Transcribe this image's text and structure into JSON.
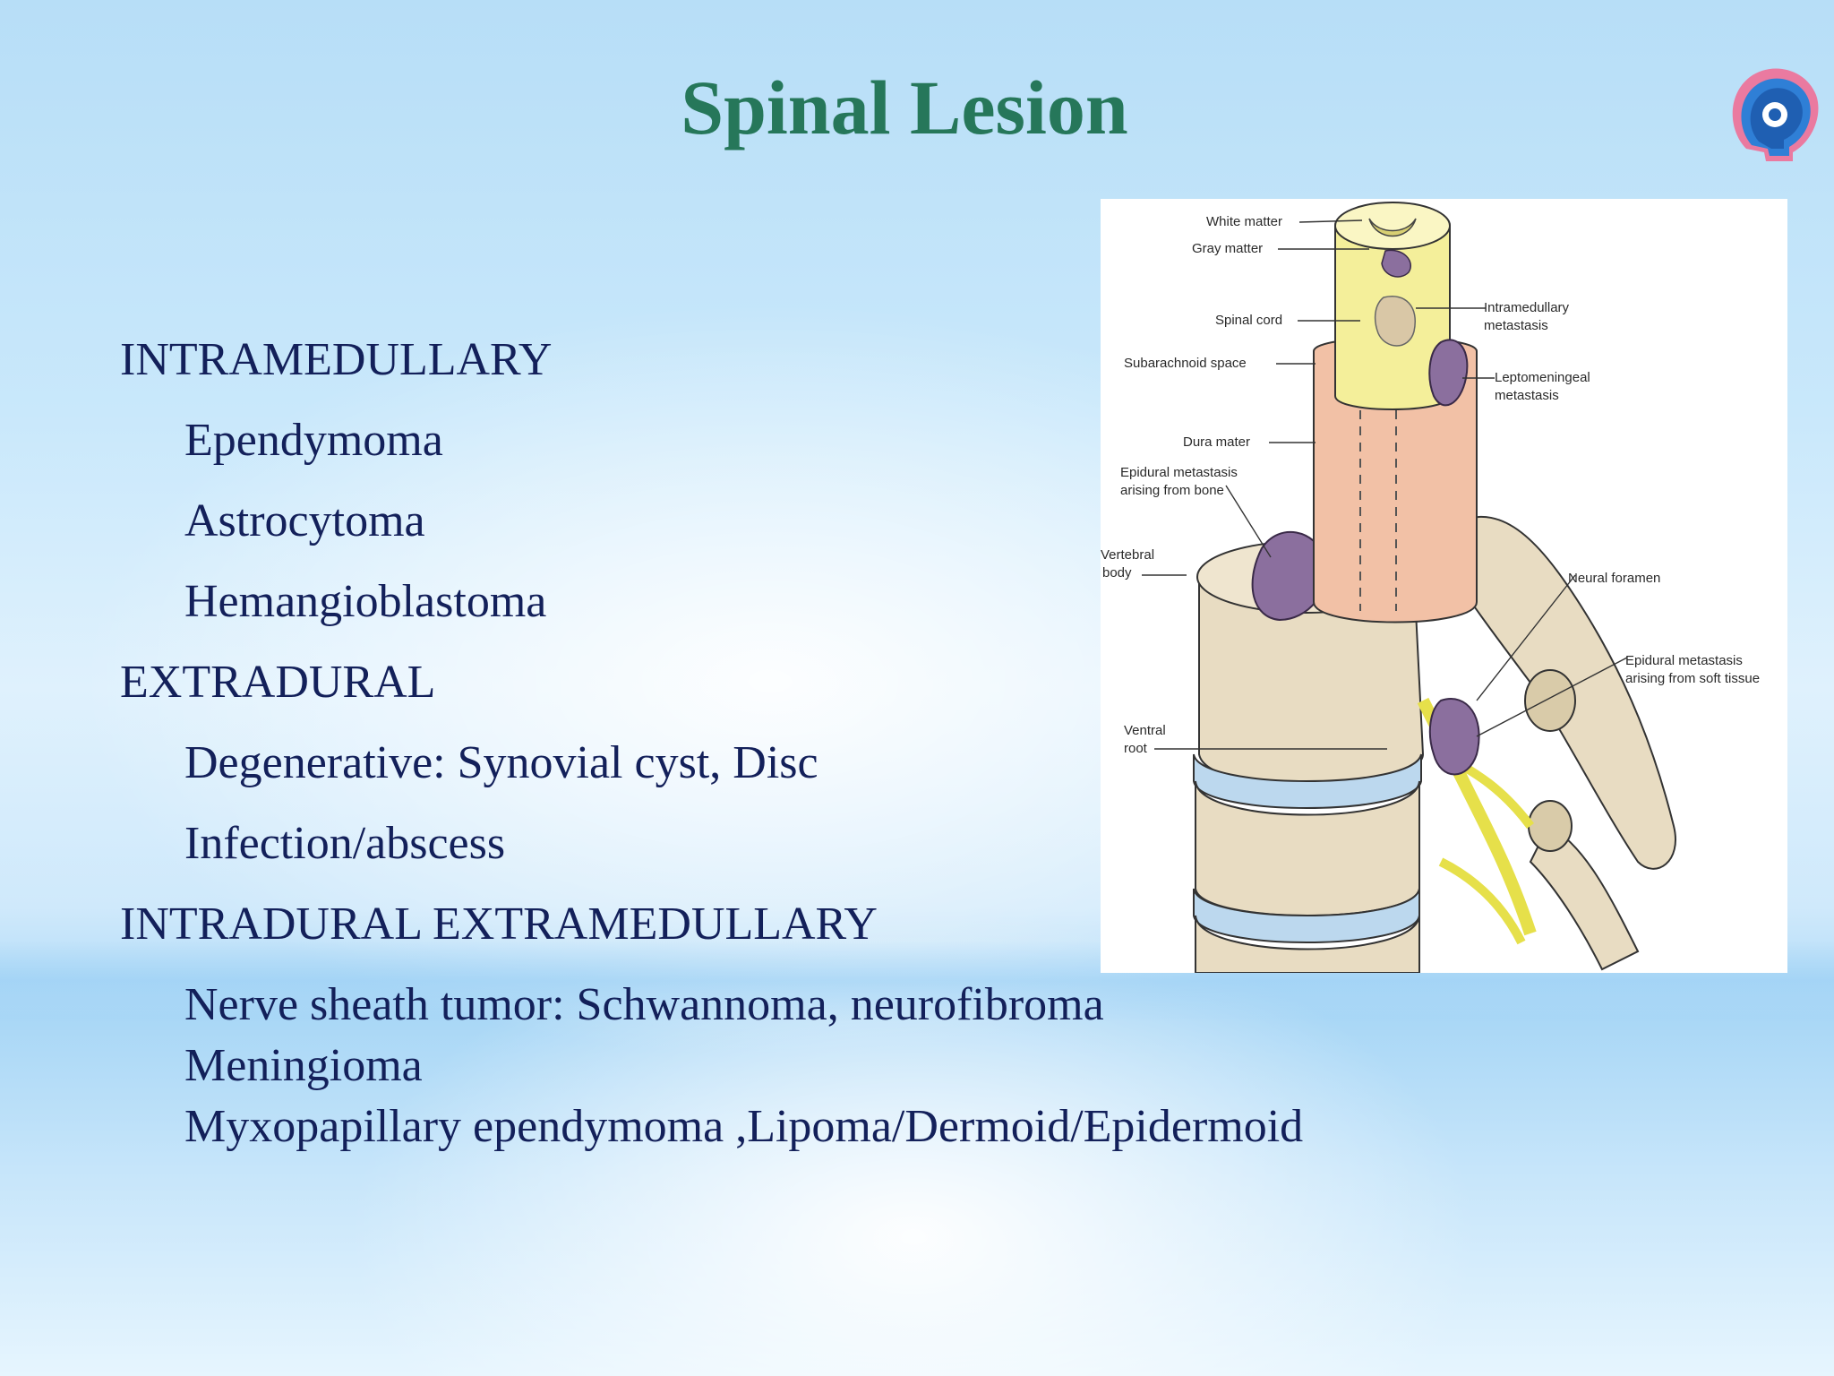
{
  "slide": {
    "title": "Spinal Lesion",
    "logo_icon": "head-profile-logo-icon",
    "content": [
      {
        "kind": "heading",
        "text": "INTRAMEDULLARY"
      },
      {
        "kind": "item",
        "text": "Ependymoma"
      },
      {
        "kind": "item",
        "text": "Astrocytoma"
      },
      {
        "kind": "item",
        "text": "Hemangioblastoma"
      },
      {
        "kind": "heading",
        "text": "EXTRADURAL"
      },
      {
        "kind": "item",
        "text": "Degenerative: Synovial cyst, Disc"
      },
      {
        "kind": "item",
        "text": "Infection/abscess"
      },
      {
        "kind": "heading",
        "text": "INTRADURAL EXTRAMEDULLARY"
      },
      {
        "kind": "tight",
        "text": "Nerve sheath tumor: Schwannoma, neurofibroma"
      },
      {
        "kind": "tight",
        "text": "Meningioma"
      },
      {
        "kind": "tight",
        "text": "Myxopapillary ependymoma ,Lipoma/Dermoid/Epidermoid"
      }
    ]
  },
  "figure": {
    "labels": {
      "white_matter": "White matter",
      "gray_matter": "Gray matter",
      "spinal_cord": "Spinal cord",
      "subarachnoid_space": "Subarachnoid space",
      "dura_mater": "Dura mater",
      "epidural_bone_1": "Epidural metastasis",
      "epidural_bone_2": "arising from bone",
      "vertebral_body_1": "Vertebral",
      "vertebral_body_2": "body",
      "ventral_root_1": "Ventral",
      "ventral_root_2": "root",
      "intramedullary_1": "Intramedullary",
      "intramedullary_2": "metastasis",
      "leptomeningeal_1": "Leptomeningeal",
      "leptomeningeal_2": "metastasis",
      "neural_foramen": "Neural foramen",
      "epidural_soft_1": "Epidural metastasis",
      "epidural_soft_2": "arising from soft tissue"
    },
    "colors": {
      "bone": "#e8dcc2",
      "cord": "#f4ef9a",
      "dura": "#f2c1a6",
      "tumor": "#8b6f9e",
      "disc": "#bcd8ee",
      "nerve": "#e6e04a"
    }
  }
}
